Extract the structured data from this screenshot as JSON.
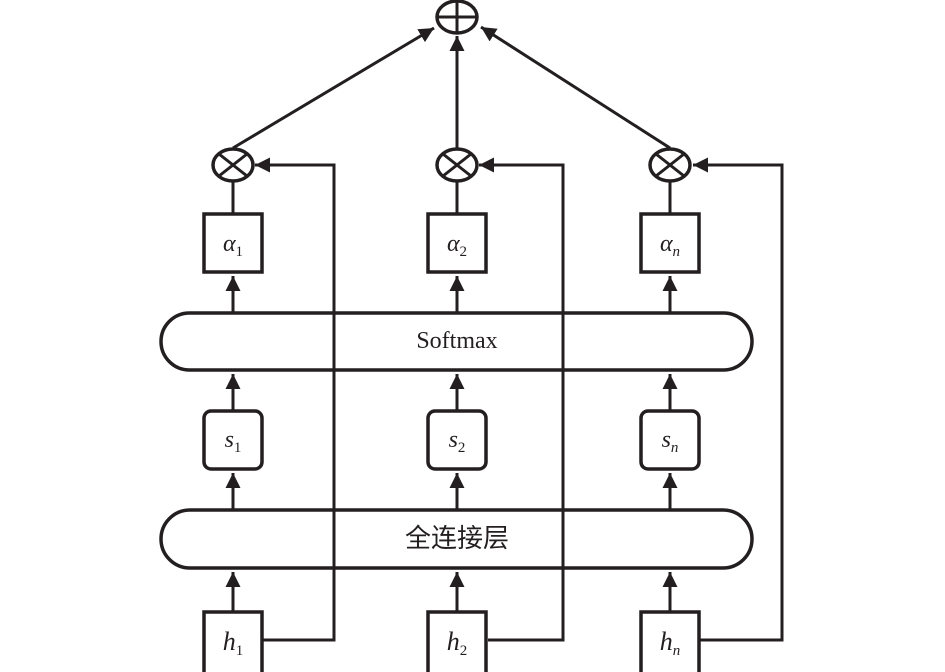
{
  "diagram": {
    "title": "Attention mechanism",
    "sum_node": {
      "symbol": "⊕",
      "meaning": "sum"
    },
    "multiply_nodes": [
      {
        "symbol": "⊗",
        "meaning": "multiply"
      },
      {
        "symbol": "⊗",
        "meaning": "multiply"
      },
      {
        "symbol": "⊗",
        "meaning": "multiply"
      }
    ],
    "layers": {
      "softmax": "Softmax",
      "fully_connected": "全连接层"
    },
    "columns": [
      {
        "alpha": {
          "base": "α",
          "sub": "1"
        },
        "score": {
          "base": "s",
          "sub": "1"
        },
        "hidden": {
          "base": "h",
          "sub": "1"
        }
      },
      {
        "alpha": {
          "base": "α",
          "sub": "2"
        },
        "score": {
          "base": "s",
          "sub": "2"
        },
        "hidden": {
          "base": "h",
          "sub": "2"
        }
      },
      {
        "alpha": {
          "base": "α",
          "sub": "n"
        },
        "score": {
          "base": "s",
          "sub": "n"
        },
        "hidden": {
          "base": "h",
          "sub": "n"
        }
      }
    ],
    "colors": {
      "stroke": "#231f20",
      "background": "#ffffff"
    }
  }
}
